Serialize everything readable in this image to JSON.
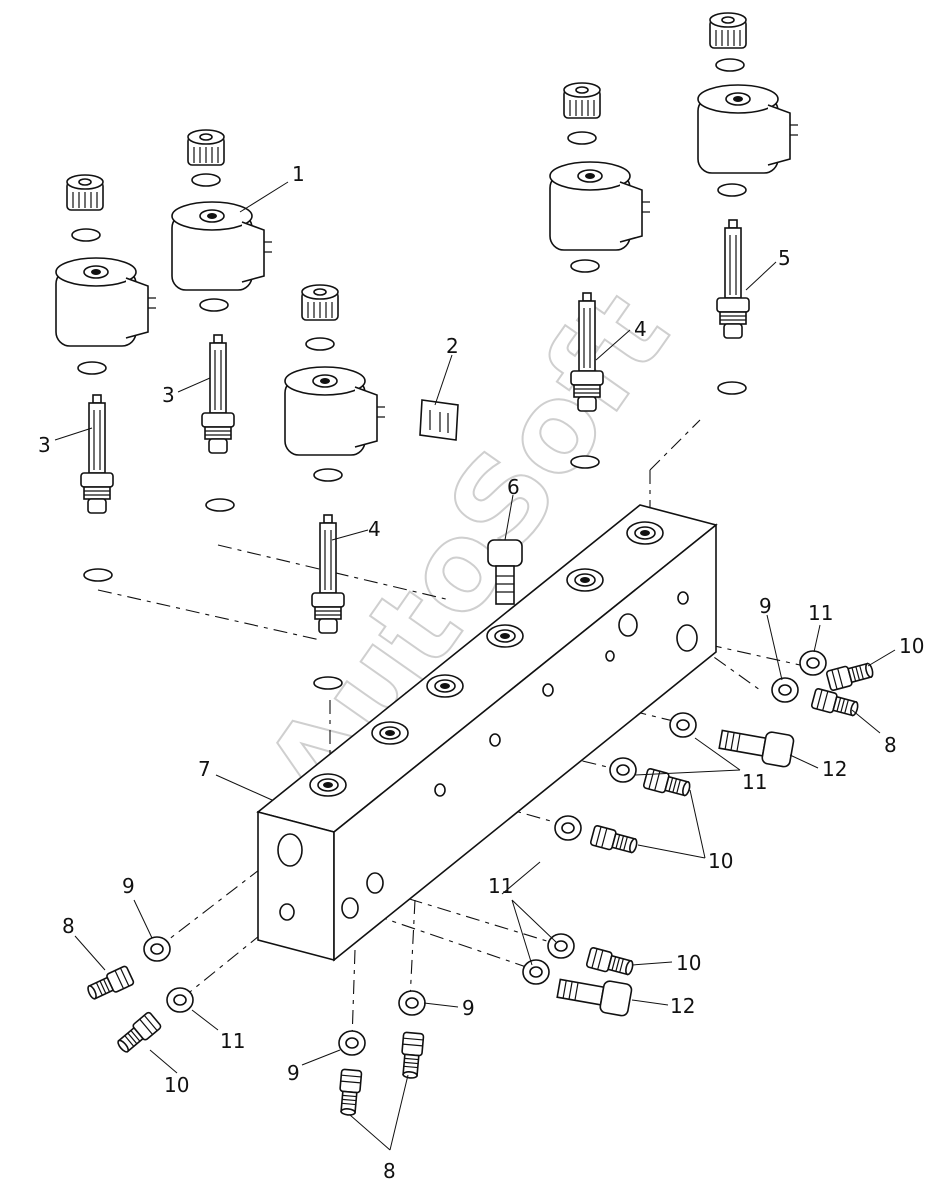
{
  "diagram": {
    "watermark": "AutoSoft",
    "callouts": {
      "c1": "1",
      "c2": "2",
      "c3a": "3",
      "c3b": "3",
      "c4a": "4",
      "c4b": "4",
      "c5": "5",
      "c6": "6",
      "c7": "7",
      "c8a": "8",
      "c8b": "8",
      "c8c": "8",
      "c9a": "9",
      "c9b": "9",
      "c9c": "9",
      "c9d": "9",
      "c10a": "10",
      "c10b": "10",
      "c10c": "10",
      "c10d": "10",
      "c11a": "11",
      "c11b": "11",
      "c11c": "11",
      "c11d": "11",
      "c12a": "12",
      "c12b": "12"
    }
  }
}
